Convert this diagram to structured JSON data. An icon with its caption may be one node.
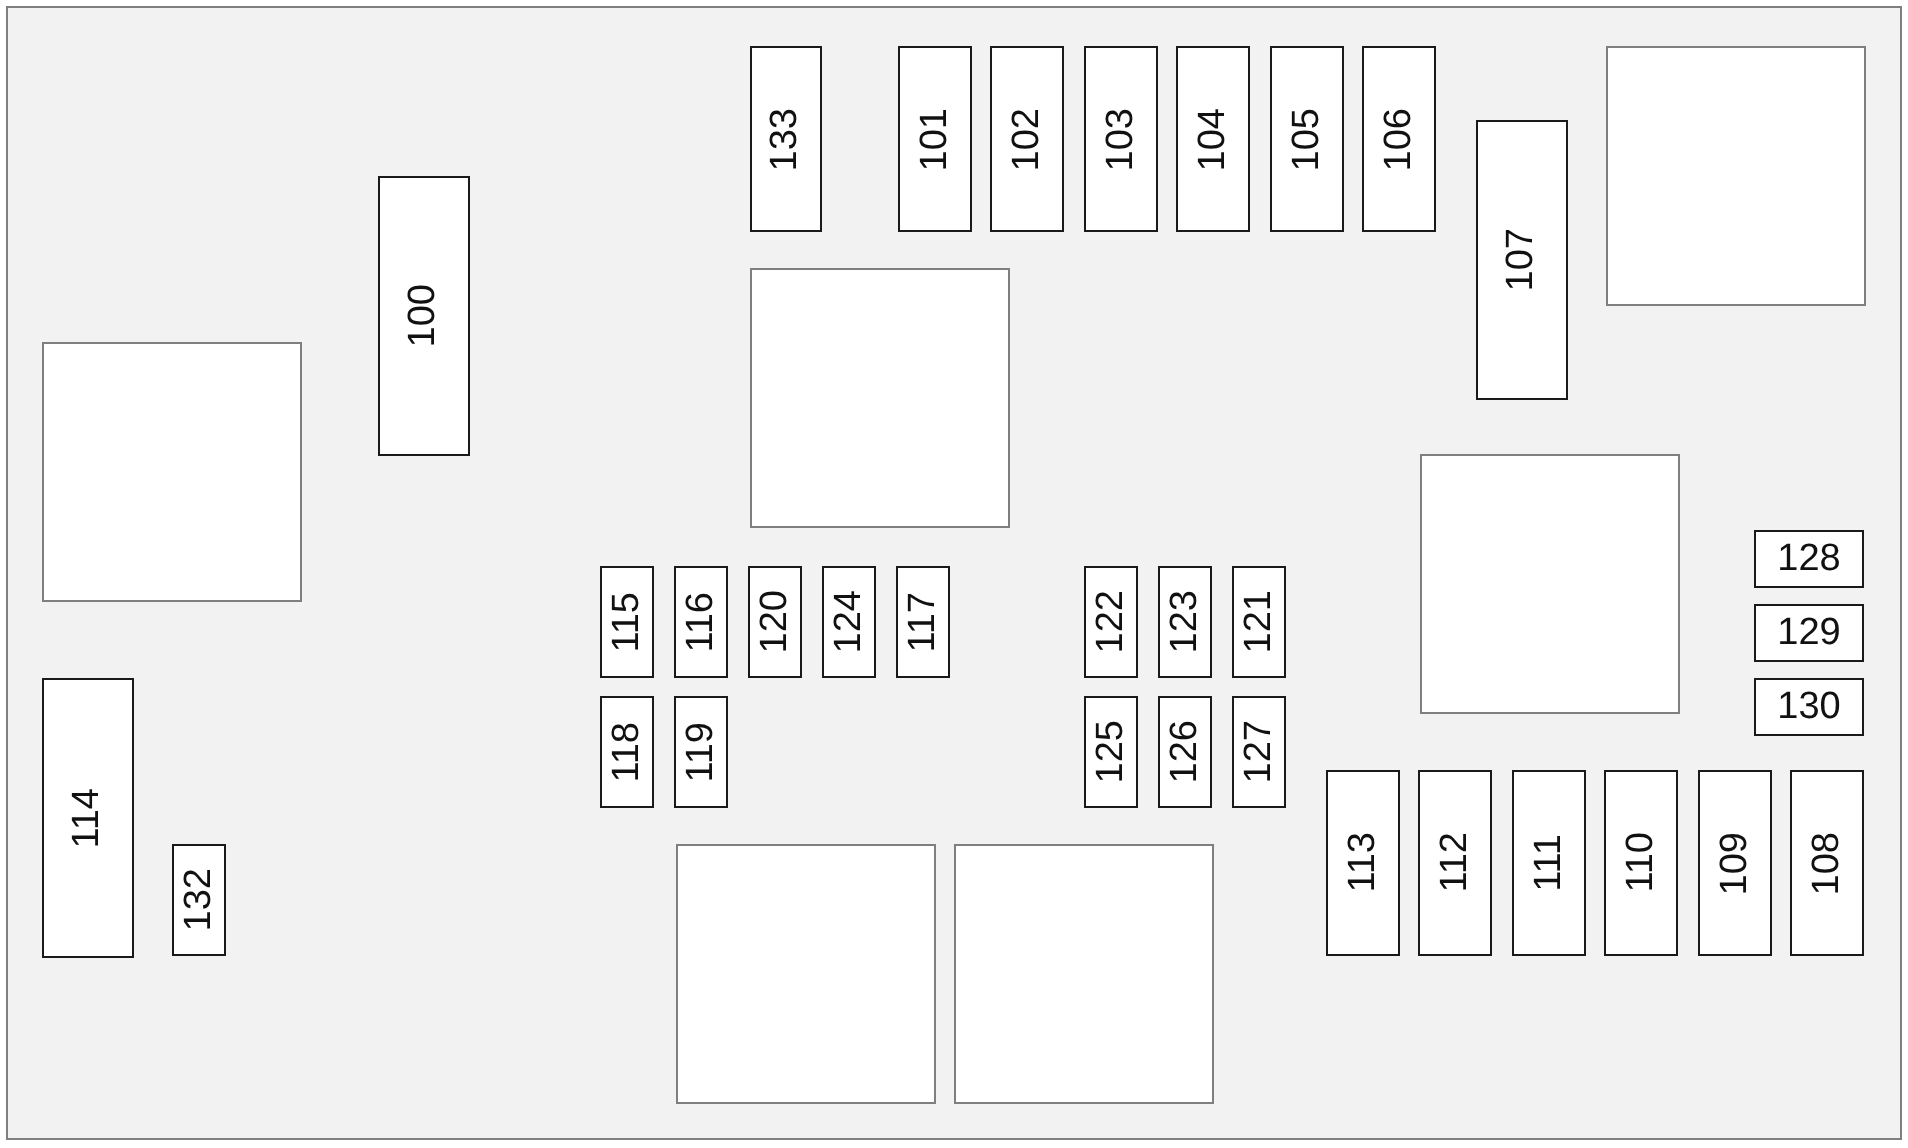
{
  "diagram": {
    "nodes": [
      {
        "text": [],
        "shape": "box"
      },
      {
        "text": [
          "133"
        ],
        "in": 0
      },
      {
        "text": [
          "101"
        ],
        "in": 0
      },
      {
        "text": [
          "102"
        ],
        "in": 0
      },
      {
        "text": [
          "103"
        ],
        "in": 0
      },
      {
        "text": [
          "104"
        ],
        "in": 0
      },
      {
        "text": [
          "105"
        ],
        "in": 0
      },
      {
        "text": [
          "106"
        ],
        "in": 0
      },
      {
        "text": [],
        "shape": "box",
        "in": 0
      },
      {
        "text": [
          "107"
        ],
        "in": 0
      },
      {
        "text": [
          "100"
        ],
        "in": 0
      },
      {
        "text": [],
        "shape": "box",
        "in": 0
      },
      {
        "text": [],
        "shape": "box",
        "in": 0
      },
      {
        "text": [],
        "shape": "box",
        "in": 0
      },
      {
        "text": [
          "128"
        ],
        "in": 0
      },
      {
        "text": [
          "115"
        ],
        "in": 0
      },
      {
        "text": [
          "116"
        ],
        "in": 0
      },
      {
        "text": [
          "120"
        ],
        "in": 0
      },
      {
        "text": [
          "124"
        ],
        "in": 0
      },
      {
        "text": [
          "117"
        ],
        "in": 0
      },
      {
        "text": [
          "122"
        ],
        "in": 0
      },
      {
        "text": [
          "123"
        ],
        "in": 0
      },
      {
        "text": [
          "121"
        ],
        "in": 0
      },
      {
        "text": [
          "129"
        ],
        "in": 0
      },
      {
        "text": [
          "130"
        ],
        "in": 0
      },
      {
        "text": [
          "114"
        ],
        "in": 0
      },
      {
        "text": [
          "118"
        ],
        "in": 0
      },
      {
        "text": [
          "119"
        ],
        "in": 0
      },
      {
        "text": [
          "125"
        ],
        "in": 0
      },
      {
        "text": [
          "126"
        ],
        "in": 0
      },
      {
        "text": [
          "127"
        ],
        "in": 0
      },
      {
        "text": [
          "113"
        ],
        "in": 0
      },
      {
        "text": [
          "112"
        ],
        "in": 0
      },
      {
        "text": [
          "111"
        ],
        "in": 0
      },
      {
        "text": [
          "110"
        ],
        "in": 0
      },
      {
        "text": [
          "109"
        ],
        "in": 0
      },
      {
        "text": [
          "108"
        ],
        "in": 0
      },
      {
        "text": [],
        "shape": "box",
        "in": 0
      },
      {
        "text": [],
        "shape": "box",
        "in": 0
      },
      {
        "text": [
          "132"
        ],
        "in": 0
      }
    ]
  }
}
